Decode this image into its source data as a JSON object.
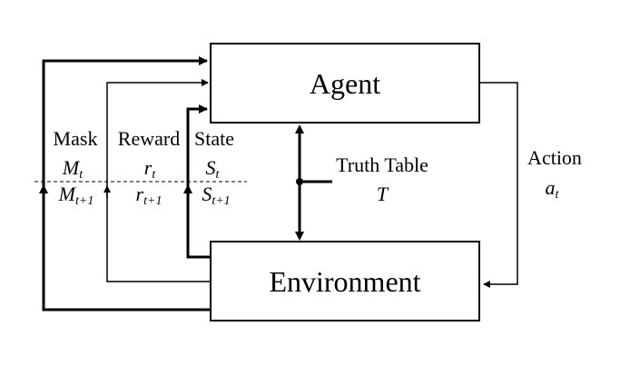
{
  "agent_label": "Agent",
  "environment_label": "Environment",
  "action": {
    "label": "Action",
    "symbol": "a",
    "subscript": "t"
  },
  "truth_table": {
    "label": "Truth Table",
    "symbol": "T"
  },
  "mask": {
    "label": "Mask",
    "symbol": "M",
    "sub_t": "t",
    "sub_t1": "t+1"
  },
  "reward": {
    "label": "Reward",
    "symbol": "r",
    "sub_t": "t",
    "sub_t1": "t+1"
  },
  "state": {
    "label": "State",
    "symbol": "S",
    "sub_t": "t",
    "sub_t1": "t+1"
  }
}
